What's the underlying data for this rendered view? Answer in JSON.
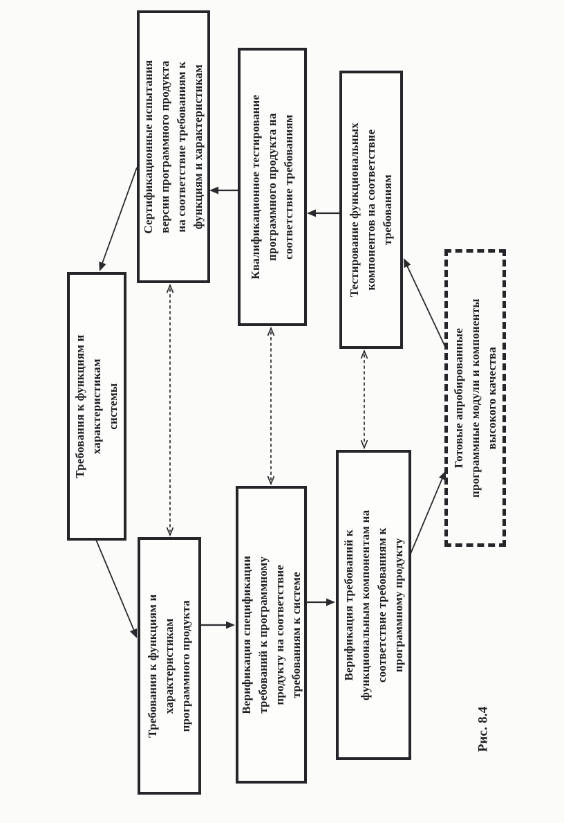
{
  "figure": {
    "caption": "Рис. 8.4"
  },
  "colors": {
    "ink": "#26262a",
    "paper": "#fbfbf9"
  },
  "boxes": {
    "certification": {
      "label": "Сертификационные испытания\nверсии программного продукта\nна соответствие требованиям к\nфункциям и характеристикам"
    },
    "qualification": {
      "label": "Квалификационное тестирование\nпрограммного продукта на\nсоответствие требованиям"
    },
    "component_testing": {
      "label": "Тестирование функциональных\nкомпонентов на соответствие\nтребованиям"
    },
    "system_requirements": {
      "label": "Требования к функциям и\nхарактеристикам\nсистемы"
    },
    "product_requirements": {
      "label": "Требования к функциям и\nхарактеристикам\nпрограммного продукта"
    },
    "spec_verification": {
      "label": "Верификация спецификации\nтребований к программному\nпродукту на соответствие\nтребованиям к системе"
    },
    "component_verification": {
      "label": "Верификация требований к\nфункциональным компонентам на\nсоответствие требованиям к\nпрограммному продукту"
    },
    "ready_modules": {
      "label": "Готовые апробированные\nпрограммные модули и компоненты\nвысокого качества"
    }
  }
}
